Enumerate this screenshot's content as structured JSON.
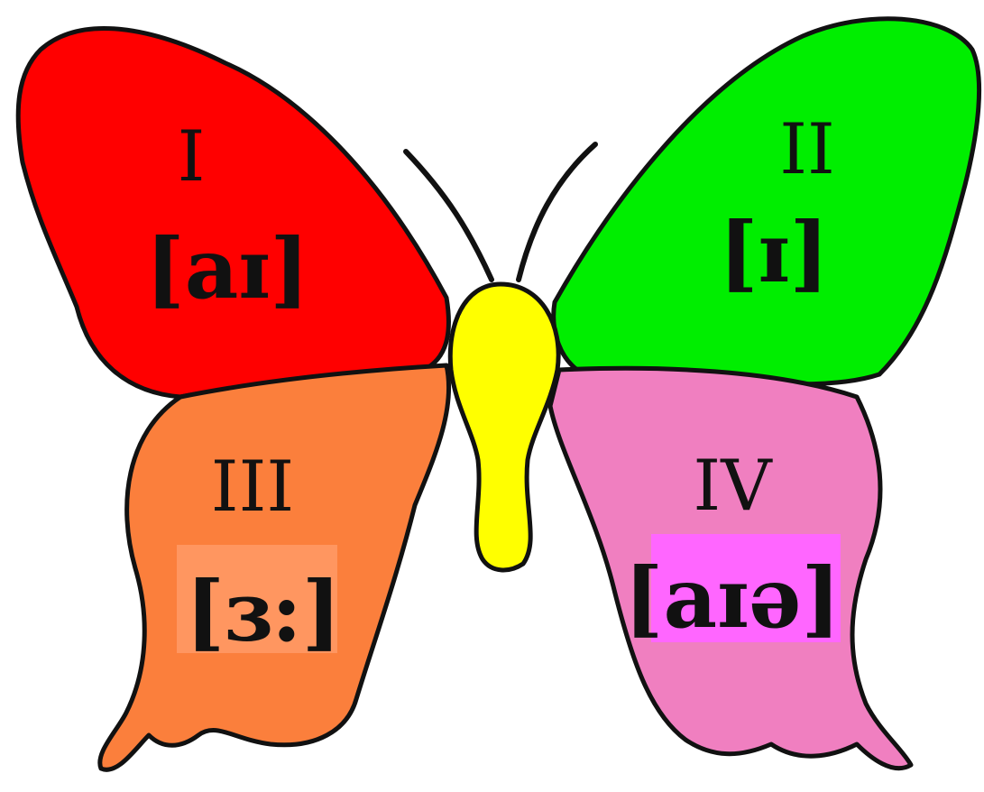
{
  "wings": [
    {
      "numeral": "I",
      "sound": "[aɪ]",
      "color": "#ff0000"
    },
    {
      "numeral": "II",
      "sound": "[ɪ]",
      "color": "#00ee00"
    },
    {
      "numeral": "III",
      "sound": "[ɜ:]",
      "color": "#fb7f3c",
      "highlight": "#ff9660"
    },
    {
      "numeral": "IV",
      "sound": "[aɪə]",
      "color": "#f07fc0",
      "highlight": "#ff66ff"
    }
  ],
  "body_color": "#ffff00"
}
